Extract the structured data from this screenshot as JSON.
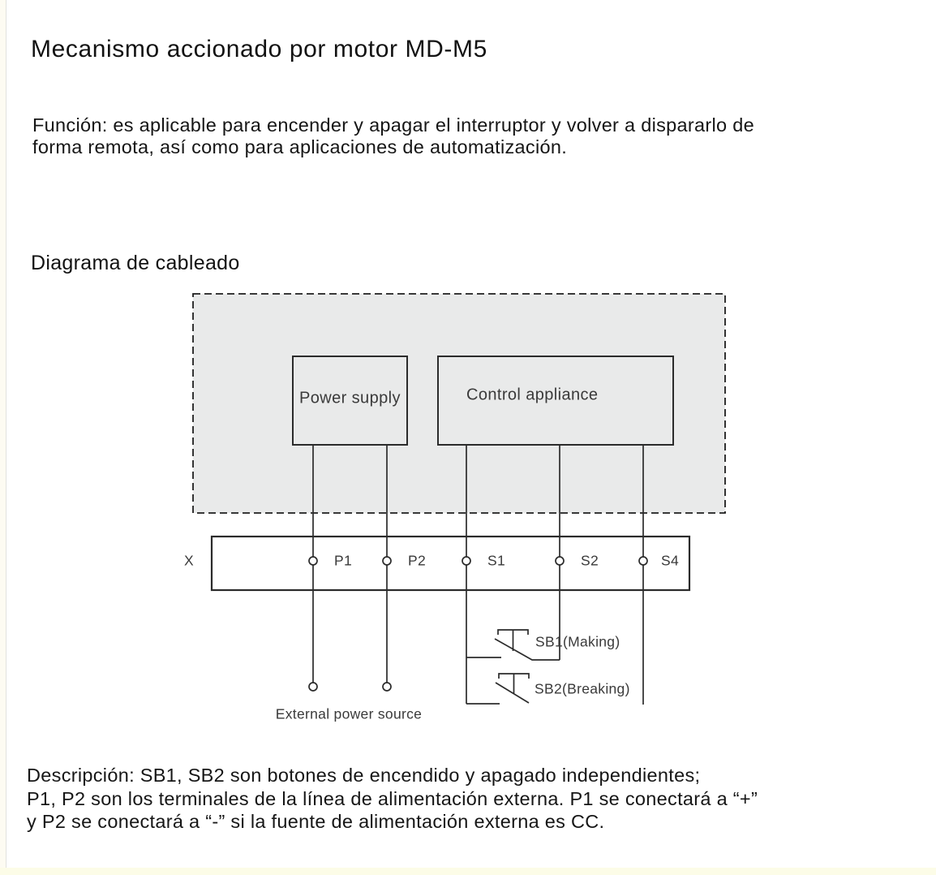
{
  "page": {
    "title": "Mecanismo accionado por motor MD-M5",
    "funcion_lines": [
      "Función: es aplicable para encender y apagar el interruptor y volver a dispararlo de",
      "forma remota, así como para aplicaciones de automatización."
    ],
    "diagram_heading": "Diagrama de cableado",
    "descripcion_lines": [
      "Descripción: SB1, SB2 son botones de encendido y apagado independientes;",
      "P1, P2 son los terminales de la línea de alimentación externa. P1 se conectará a “+”",
      "y P2 se conectará a “-” si la fuente de alimentación externa es CC."
    ]
  },
  "diagram": {
    "power_supply_label": "Power supply",
    "control_appliance_label": "Control appliance",
    "terminal_block_label": "X",
    "terminals": [
      "P1",
      "P2",
      "S1",
      "S2",
      "S4"
    ],
    "sb1_label": "SB1(Making)",
    "sb2_label": "SB2(Breaking)",
    "external_power_label": "External power source",
    "colors": {
      "panel_fill": "#e9eaea",
      "line": "#2b2b2b",
      "label_text": "#3a3a3a",
      "bottom_strip": "#fcfce7",
      "left_strip": "#fdfbf2"
    }
  }
}
